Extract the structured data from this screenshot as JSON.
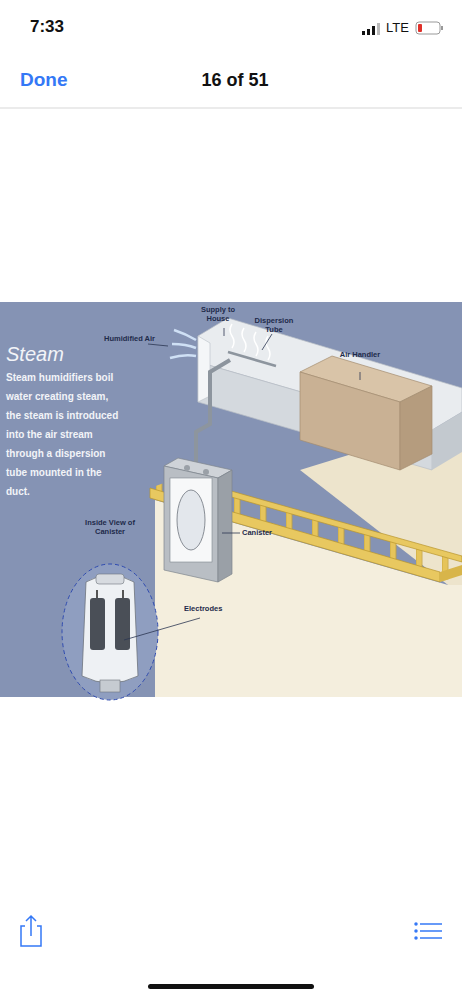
{
  "diagram": {
    "title": "Steam",
    "labels": [
      "7:33",
      "LTE",
      "Done",
      "16 of 51",
      "Steam humidifiers boil water creating steam, the steam is introduced into the air stream through a dispersion tube mounted in the duct.",
      "Supply to House",
      "Dispersion Tube",
      "Humidified Air",
      "Air Handler",
      "Canister",
      "Inside View of Canister",
      "Electrodes"
    ]
  }
}
